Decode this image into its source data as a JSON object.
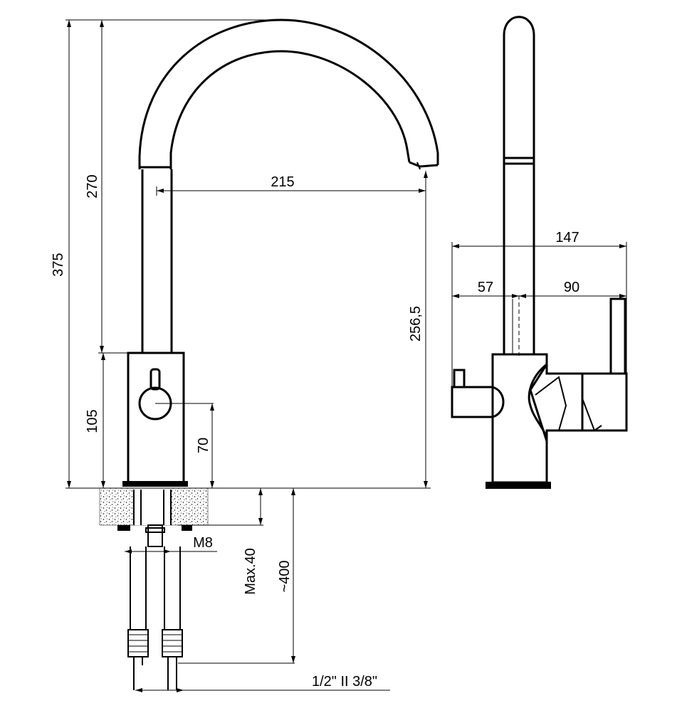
{
  "dimensions": {
    "total_height": "375",
    "spout_height": "270",
    "spout_reach": "215",
    "outlet_height": "256,5",
    "body_height": "105",
    "lever_height": "70",
    "thread": "M8",
    "max_countertop": "Max.40",
    "hose_length": "~400",
    "hose_connection": "1/2\" II 3/8\"",
    "side_width": "147",
    "side_left": "57",
    "side_right": "90"
  }
}
